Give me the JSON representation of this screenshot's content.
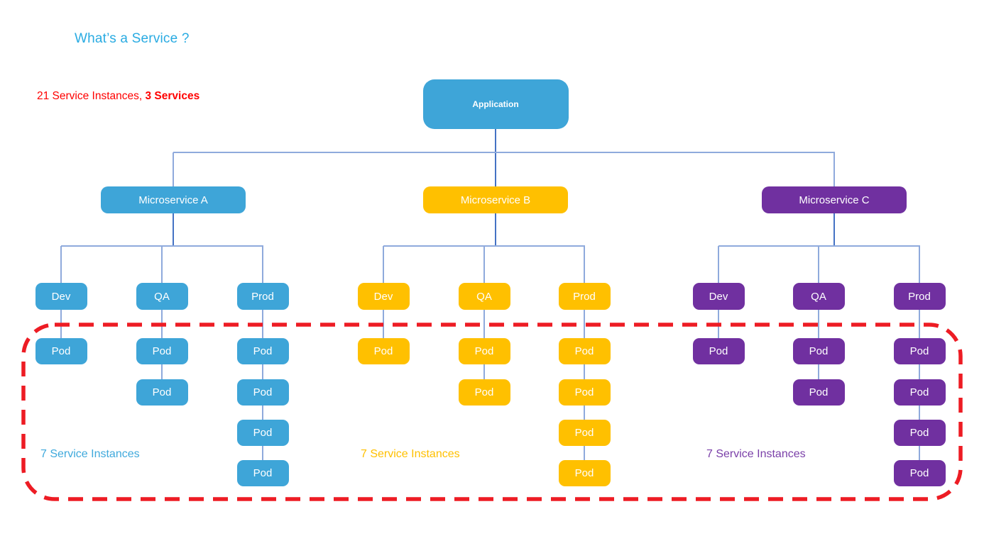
{
  "page": {
    "title": "What’s a Service ?",
    "title_color": "#29ABE2",
    "summary": {
      "prefix": "21 Service Instances, ",
      "bold": "3 Services",
      "color": "#FF0000"
    }
  },
  "diagram": {
    "root": {
      "label": "Application",
      "color": "#3EA5D8"
    },
    "groups": [
      {
        "label": "Microservice A",
        "color": "#3EA5D8",
        "instances_label": "7 Service Instances",
        "instances_label_color": "#3FA9DC",
        "environments": [
          {
            "label": "Dev",
            "pods": [
              "Pod"
            ]
          },
          {
            "label": "QA",
            "pods": [
              "Pod",
              "Pod"
            ]
          },
          {
            "label": "Prod",
            "pods": [
              "Pod",
              "Pod",
              "Pod",
              "Pod"
            ]
          }
        ]
      },
      {
        "label": "Microservice B",
        "color": "#FFC000",
        "instances_label": "7 Service Instances",
        "instances_label_color": "#FFC000",
        "environments": [
          {
            "label": "Dev",
            "pods": [
              "Pod"
            ]
          },
          {
            "label": "QA",
            "pods": [
              "Pod",
              "Pod"
            ]
          },
          {
            "label": "Prod",
            "pods": [
              "Pod",
              "Pod",
              "Pod",
              "Pod"
            ]
          }
        ]
      },
      {
        "label": "Microservice C",
        "color": "#7030A0",
        "instances_label": "7 Service Instances",
        "instances_label_color": "#7A3FA8",
        "environments": [
          {
            "label": "Dev",
            "pods": [
              "Pod"
            ]
          },
          {
            "label": "QA",
            "pods": [
              "Pod",
              "Pod"
            ]
          },
          {
            "label": "Prod",
            "pods": [
              "Pod",
              "Pod",
              "Pod",
              "Pod"
            ]
          }
        ]
      }
    ],
    "connector_colors": {
      "light": "#8FAADC",
      "dark": "#4472C4"
    },
    "boundary_color": "#ED1C24"
  }
}
